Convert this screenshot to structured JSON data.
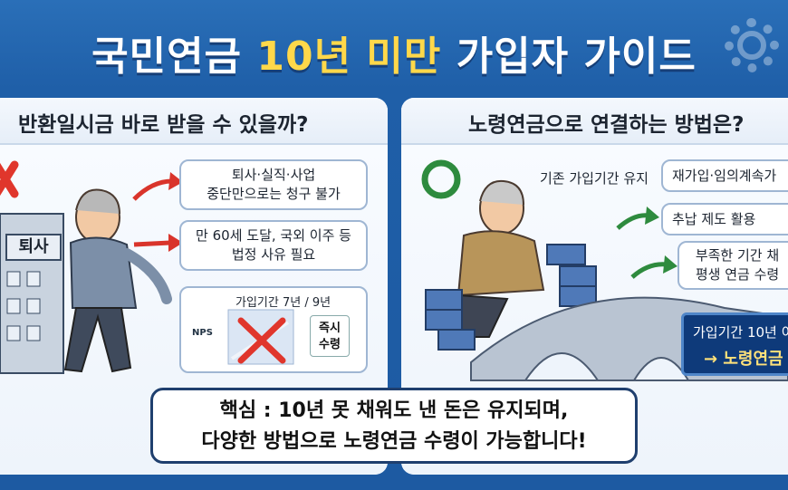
{
  "header": {
    "title_part1": "국민연금",
    "title_highlight": "10년 미만",
    "title_part2": "가입자 가이드"
  },
  "left_panel": {
    "title": "반환일시금 바로 받을 수 있을까?",
    "building_sign": "퇴사",
    "notes": [
      {
        "line1": "퇴사·실직·사업",
        "line2": "중단만으로는 청구 불가"
      },
      {
        "line1": "만 60세 도달, 국외 이주 등",
        "line2": "법정 사유 필요"
      }
    ],
    "mini_chart": {
      "caption": "가입기간 7년 / 9년",
      "logo_text": "NPS",
      "stamp_line1": "즉시",
      "stamp_line2": "수령"
    }
  },
  "right_panel": {
    "title": "노령연금으로 연결하는 방법은?",
    "items": [
      {
        "label": "기존 가입기간 유지"
      },
      {
        "label": "재가입·임의계속가"
      },
      {
        "label": "추납 제도 활용"
      },
      {
        "line1": "부족한 기간 채",
        "line2": "평생 연금 수령"
      }
    ],
    "highlight_box": {
      "line1": "가입기간 10년 이",
      "line2": "→ 노령연금"
    }
  },
  "key_message": {
    "line1": "핵심 : 10년 못 채워도 낸 돈은 유지되며,",
    "line2": "다양한 방법으로 노령연금 수령이 가능합니다!"
  },
  "colors": {
    "background": "#1f5fa8",
    "title_highlight": "#ffd84a",
    "arrow_red": "#d9342b",
    "arrow_green": "#2e8b3e",
    "cross_red": "#e0362c",
    "dark_box": "#0e3a7a"
  },
  "icons": [
    "red-x-icon",
    "red-arrow-icon",
    "green-circle-icon",
    "green-arrow-icon",
    "cross-mark-icon",
    "gear-icon"
  ]
}
